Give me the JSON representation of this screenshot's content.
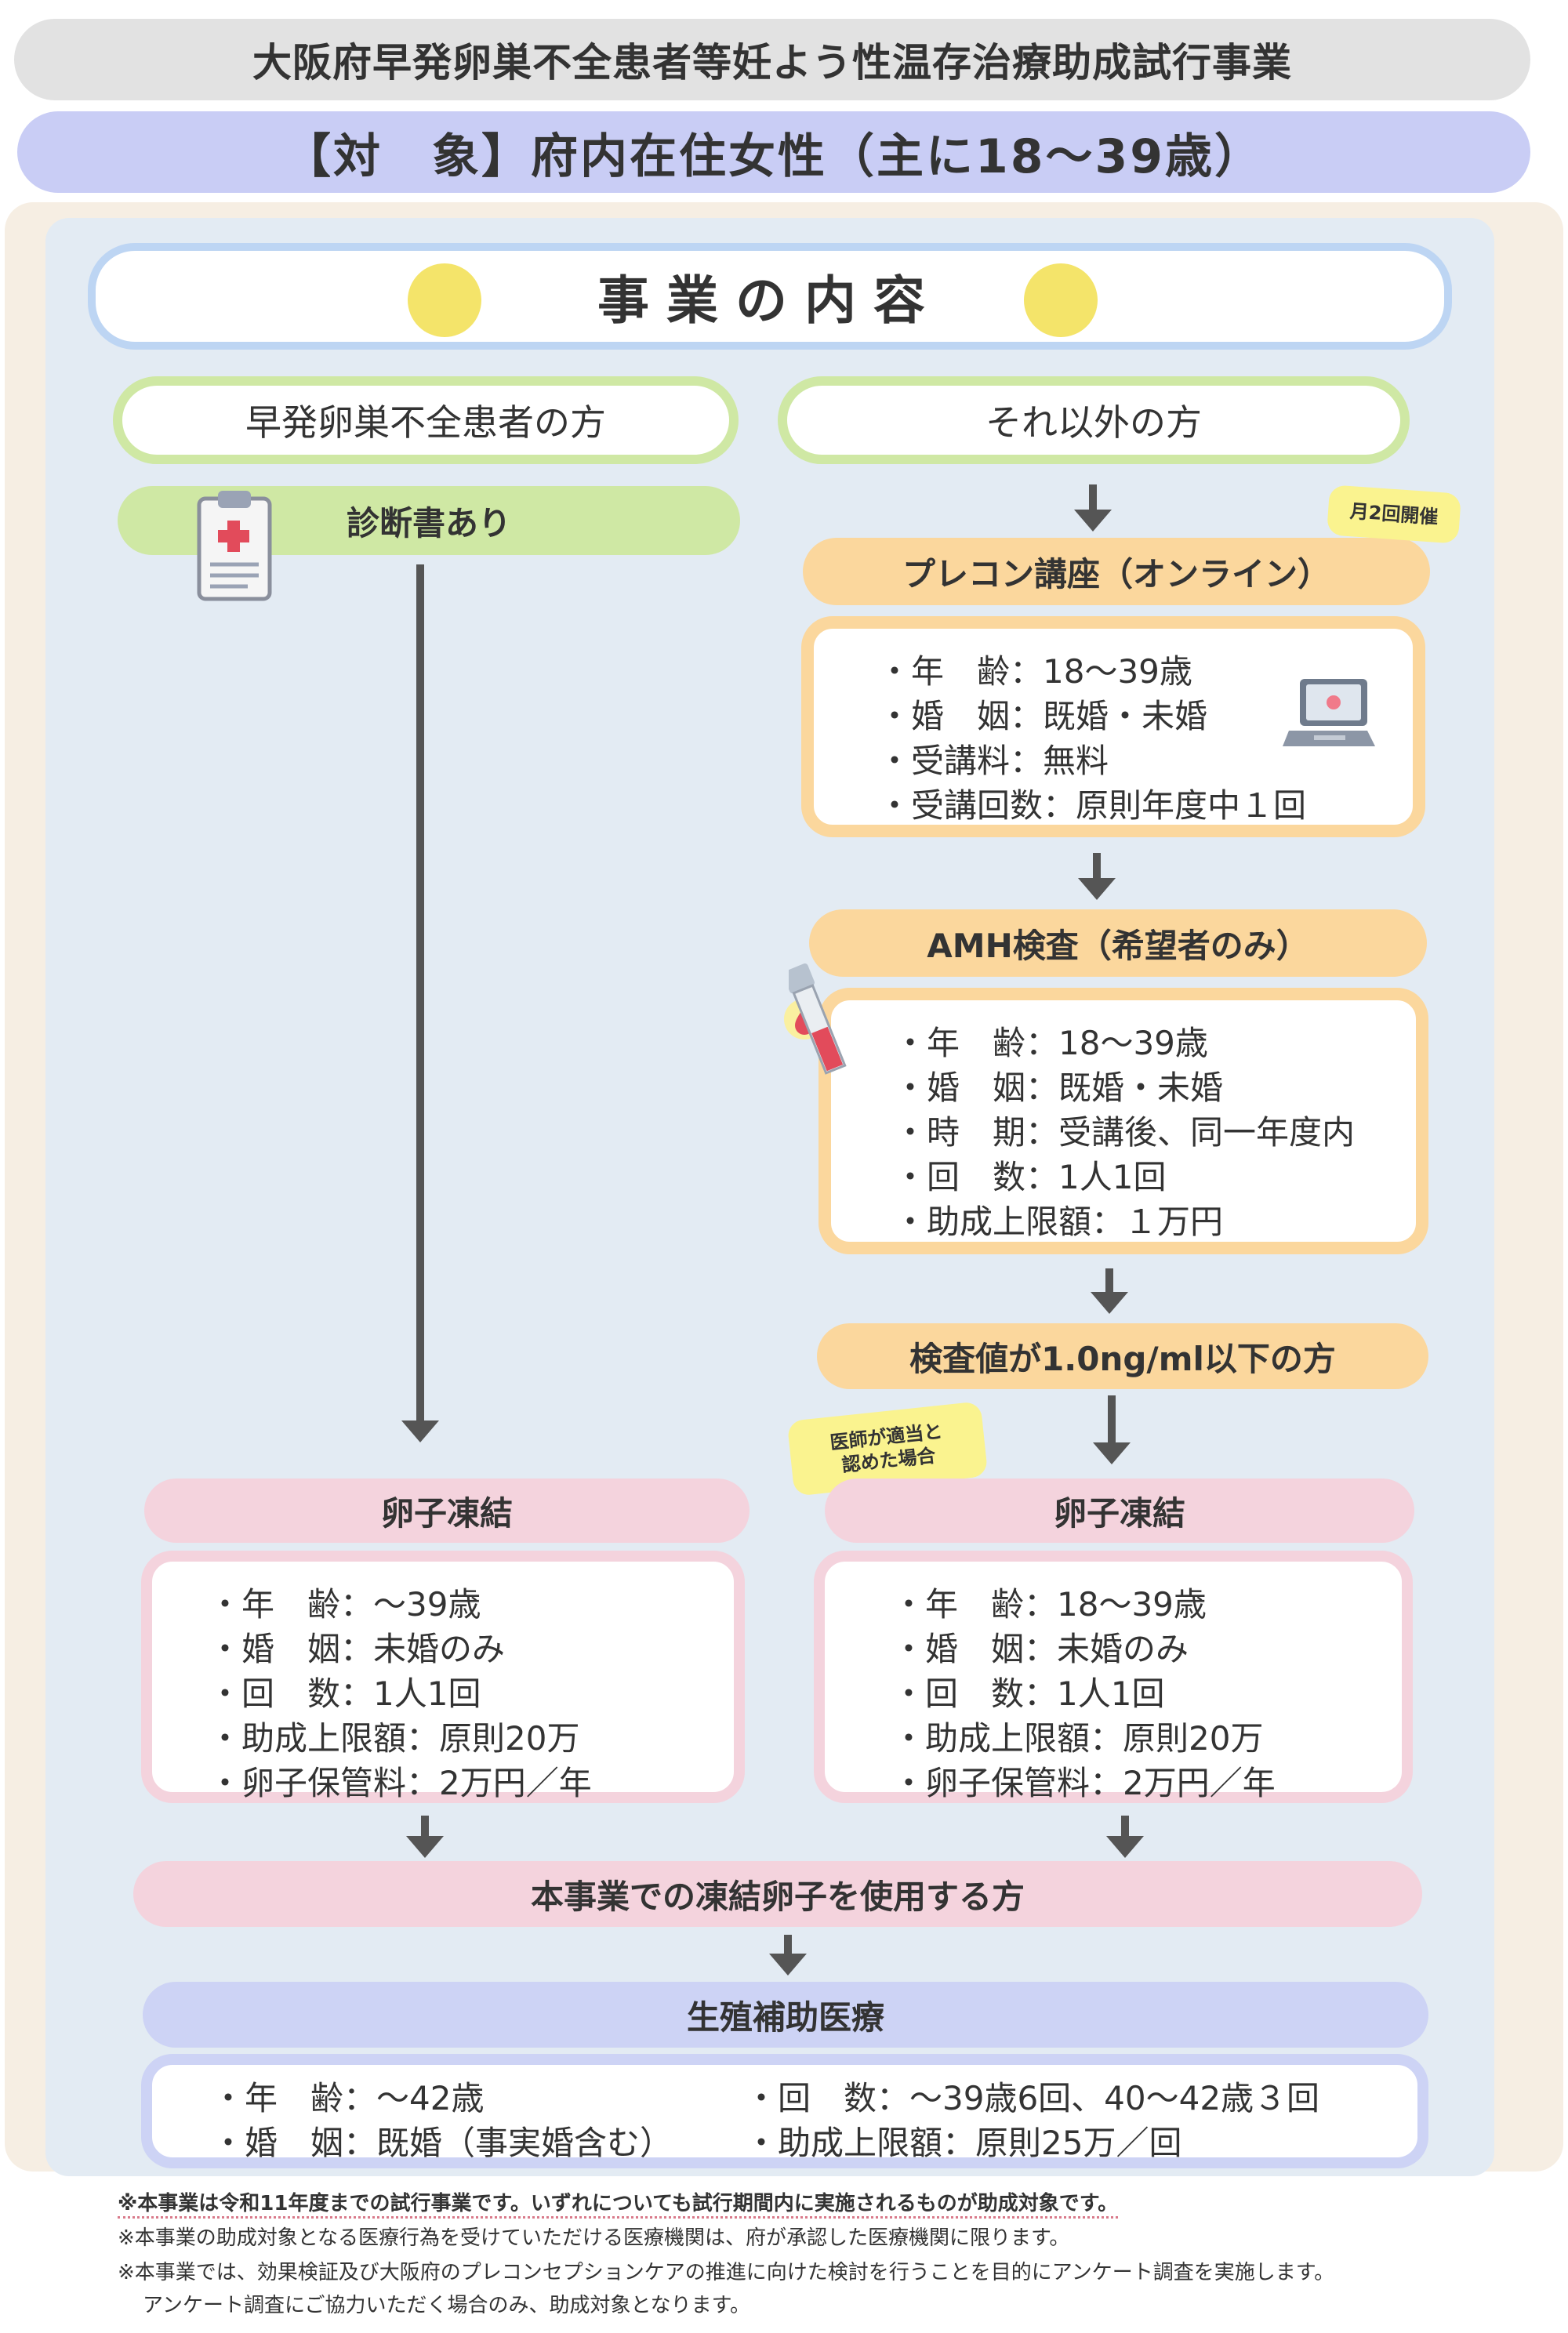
{
  "header": {
    "title": "大阪府早発卵巣不全患者等妊よう性温存治療助成試行事業",
    "target": "【対　象】府内在住女性（主に18～39歳）"
  },
  "section_title": "事業の内容",
  "left": {
    "heading": "早発卵巣不全患者の方",
    "diagnosis_label": "診断書あり",
    "freeze_label": "卵子凍結",
    "freeze_items": [
      "・年　齢：～39歳",
      "・婚　姻：未婚のみ",
      "・回　数：1人1回",
      "・助成上限額：原則20万",
      "・卵子保管料：2万円／年"
    ]
  },
  "right": {
    "heading": "それ以外の方",
    "precon_label": "プレコン講座（オンライン）",
    "precon_bubble": "月2回開催",
    "precon_items": [
      "・年　齢：18～39歳",
      "・婚　姻：既婚・未婚",
      "・受講料：無料",
      "・受講回数：原則年度中１回"
    ],
    "amh_label": "AMH検査（希望者のみ）",
    "amh_items": [
      "・年　齢：18～39歳",
      "・婚　姻：既婚・未婚",
      "・時　期：受講後、同一年度内",
      "・回　数：1人1回",
      "・助成上限額：１万円"
    ],
    "threshold_label": "検査値が1.0ng/ml以下の方",
    "doctor_bubble_line1": "医師が適当と",
    "doctor_bubble_line2": "認めた場合",
    "freeze_label": "卵子凍結",
    "freeze_items": [
      "・年　齢：18～39歳",
      "・婚　姻：未婚のみ",
      "・回　数：1人1回",
      "・助成上限額：原則20万",
      "・卵子保管料：2万円／年"
    ]
  },
  "merge_label": "本事業での凍結卵子を使用する方",
  "art": {
    "label": "生殖補助医療",
    "items_left": [
      "・年　齢：～42歳",
      "・婚　姻：既婚（事実婚含む）"
    ],
    "items_right": [
      "・回　数：～39歳6回、40～42歳３回",
      "・助成上限額：原則25万／回"
    ]
  },
  "notes": [
    "※本事業は令和11年度までの試行事業です。いずれについても試行期間内に実施されるものが助成対象です。",
    "※本事業の助成対象となる医療行為を受けていただける医療機関は、府が承認した医療機関に限ります。",
    "※本事業では、効果検証及び大阪府のプレコンセプションケアの推進に向けた検討を行うことを目的にアンケート調査を実施します。",
    "アンケート調査にご協力いただく場合のみ、助成対象となります。"
  ],
  "icons": [
    "clipboard-icon",
    "laptop-icon",
    "test-tube-icon",
    "blood-drop-icon"
  ],
  "colors": {
    "green": "#cfe8a4",
    "orange": "#fbd79d",
    "pink": "#f4d3dd",
    "purple": "#cdd3f5",
    "yellow": "#f4e46a"
  }
}
